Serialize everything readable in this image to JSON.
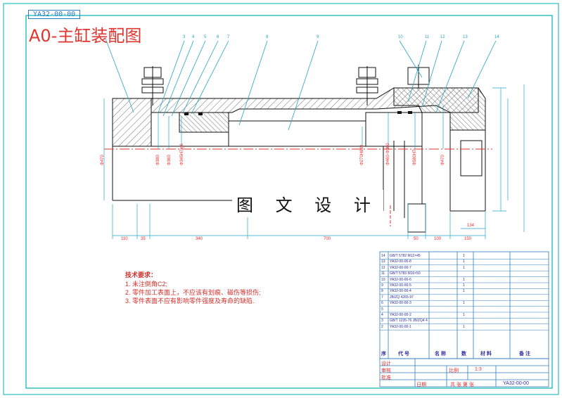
{
  "drawing": {
    "code_top": "YA32-00-00",
    "title": "A0-主缸装配图",
    "watermark": "图 文 设 计",
    "part_numbers": [
      "3",
      "4",
      "5",
      "6",
      "7",
      "8",
      "9",
      "10",
      "11",
      "12",
      "13",
      "14"
    ],
    "dims_bottom": [
      "110",
      "35",
      "340",
      "700",
      "50",
      "100",
      "150"
    ],
    "dims_right": [
      "134"
    ],
    "dims_vertical": [
      "Φ470",
      "Φ380",
      "Φ360",
      "Φ345H7/g6",
      "Φ270H8/f9",
      "Φ460-Φ360",
      "Φ580H7",
      "Φ470"
    ]
  },
  "tech_notes": {
    "title": "技术要求：",
    "lines": [
      "1. 未注倒角C2;",
      "2. 零件加工表面上，不应该有划痕、磁伤等损伤;",
      "3. 零件表面不应有影响零件强度及寿命的缺陷."
    ]
  },
  "bom": {
    "rows": [
      {
        "no": "14",
        "code": "GB/T 5782 M12×45",
        "name": "",
        "qty": "1",
        "mat": "",
        "note": ""
      },
      {
        "no": "13",
        "code": "YA32-00-00-8",
        "name": "",
        "qty": "1",
        "mat": "",
        "note": ""
      },
      {
        "no": "12",
        "code": "YA32-00-00-7",
        "name": "",
        "qty": "1",
        "mat": "",
        "note": ""
      },
      {
        "no": "11",
        "code": "GB/T 5783 M16×50",
        "name": "",
        "qty": "",
        "mat": "",
        "note": ""
      },
      {
        "no": "10",
        "code": "YA32-00-00-6",
        "name": "",
        "qty": "1",
        "mat": "",
        "note": ""
      },
      {
        "no": "9",
        "code": "YA32-00-00-5",
        "name": "",
        "qty": "1",
        "mat": "",
        "note": ""
      },
      {
        "no": "8",
        "code": "YA32-00-00-4",
        "name": "",
        "qty": "1",
        "mat": "",
        "note": ""
      },
      {
        "no": "7",
        "code": "JB/ZQ 4265-97",
        "name": "",
        "qty": "",
        "mat": "",
        "note": ""
      },
      {
        "no": "6",
        "code": "YA32-00-00-3",
        "name": "",
        "qty": "1",
        "mat": "",
        "note": ""
      },
      {
        "no": "5",
        "code": "",
        "name": "",
        "qty": "",
        "mat": "",
        "note": ""
      },
      {
        "no": "4",
        "code": "YA32-00-00-2",
        "name": "",
        "qty": "1",
        "mat": "",
        "note": ""
      },
      {
        "no": "3",
        "code": "GB/T 1235-76 JB/ZQ4 4",
        "name": "",
        "qty": "",
        "mat": "",
        "note": ""
      },
      {
        "no": "2",
        "code": "YA32-00-00-1",
        "name": "",
        "qty": "1",
        "mat": "",
        "note": ""
      }
    ],
    "headers": [
      "序",
      "代 号",
      "名 称",
      "数",
      "材 料",
      "备 注"
    ]
  },
  "title_block": {
    "scale_label": "比例",
    "scale_value": "1:3",
    "sheet_label": "共 张 第 张",
    "drawing_no": "YA32-00-00",
    "design_label": "设计",
    "check_label": "审核",
    "approve_label": "批准",
    "date_label": "日期"
  },
  "colors": {
    "border": "#00b3b3",
    "geometry": "#1a1a1a",
    "centerline": "#e0362f",
    "leader": "#22a5c8",
    "dim": "#ff2a2a",
    "table": "#2b7cc0"
  }
}
